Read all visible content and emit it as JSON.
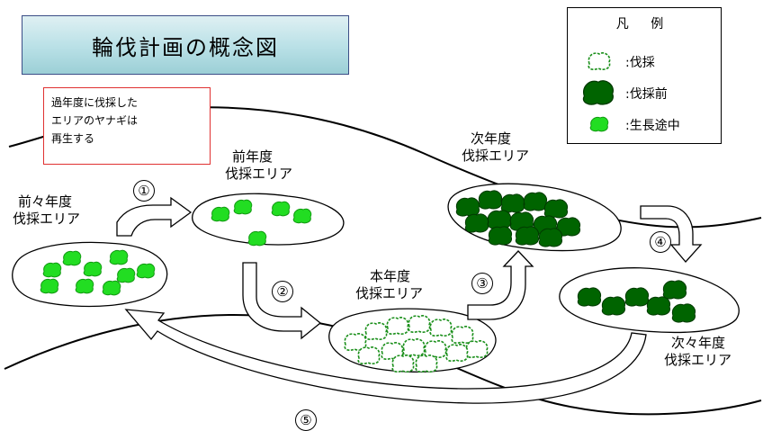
{
  "title": "輪伐計画の概念図",
  "note": [
    "過年度に伐採した",
    "エリアのヤナギは",
    "再生する"
  ],
  "legend": {
    "title": "凡 例",
    "items": [
      {
        "symbol": "outline-tree-icon",
        "label": ":伐採"
      },
      {
        "symbol": "dark-tree-icon",
        "label": ":伐採前"
      },
      {
        "symbol": "light-tree-icon",
        "label": ":生長途中"
      }
    ]
  },
  "areas": {
    "two_years_ago": [
      "前々年度",
      "伐採エリア"
    ],
    "last_year": [
      "前年度",
      "伐採エリア"
    ],
    "this_year": [
      "本年度",
      "伐採エリア"
    ],
    "next_year": [
      "次年度",
      "伐採エリア"
    ],
    "year_after_next": [
      "次々年度",
      "伐採エリア"
    ]
  },
  "steps": [
    "①",
    "②",
    "③",
    "④",
    "⑤"
  ],
  "colors": {
    "light_green": "#22dd22",
    "dark_green": "#006400",
    "outline_green": "#1a8f1a",
    "title_bg": "#b8e0e6",
    "note_border": "#e03131"
  }
}
